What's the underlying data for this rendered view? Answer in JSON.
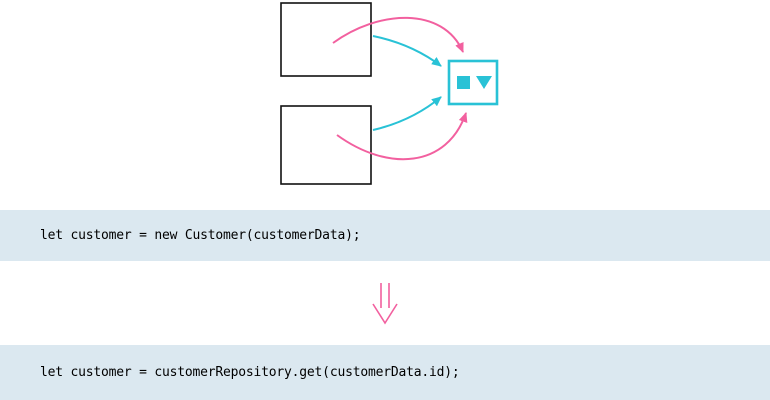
{
  "colors": {
    "cyan": "#29c2d6",
    "pink": "#f2609f",
    "outline": "#111111",
    "band_bg": "#dbe8f0",
    "code_text": "#000000"
  },
  "diagram": {
    "boxes": [
      {
        "name": "source-box-top",
        "label": ""
      },
      {
        "name": "source-box-bottom",
        "label": ""
      },
      {
        "name": "target-box",
        "icons": [
          "filled-square-icon",
          "filled-triangle-icon"
        ]
      }
    ],
    "arrows": [
      {
        "name": "cyan-arrow-top",
        "color": "cyan",
        "from": "source-box-top",
        "to": "target-box"
      },
      {
        "name": "cyan-arrow-bottom",
        "color": "cyan",
        "from": "source-box-bottom",
        "to": "target-box"
      },
      {
        "name": "pink-arrow-top",
        "color": "pink",
        "from": "source-box-top",
        "to": "target-box"
      },
      {
        "name": "pink-arrow-bottom",
        "color": "pink",
        "from": "source-box-bottom",
        "to": "target-box"
      },
      {
        "name": "transform-down-arrow",
        "color": "pink",
        "direction": "down"
      }
    ]
  },
  "code": {
    "before": "let customer = new Customer(customerData);",
    "after": "let customer = customerRepository.get(customerData.id);"
  }
}
